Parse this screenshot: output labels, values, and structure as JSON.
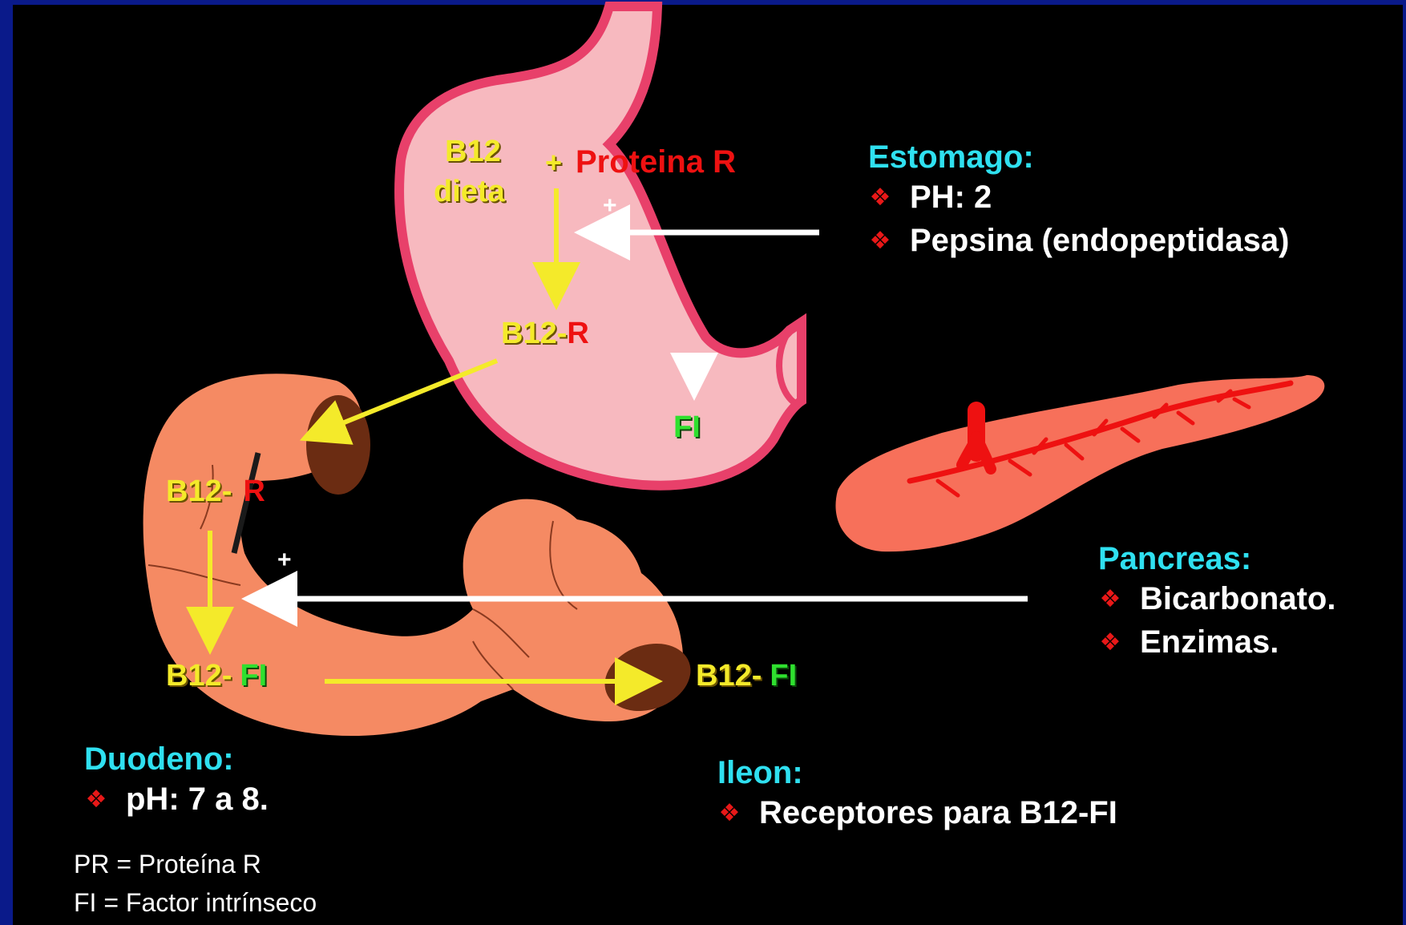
{
  "stomach": {
    "b12": "B12",
    "dieta": "dieta",
    "plus_proteina": "+",
    "proteina_r": "Proteina R",
    "plus": "+",
    "b12_r_left": "B12-",
    "b12_r_right": "R",
    "fi": "FI"
  },
  "duodenum": {
    "b12_r_left": "B12-",
    "b12_r_right": "R",
    "plus": "+",
    "b12_fi_left": "B12-",
    "b12_fi_right": "FI"
  },
  "ileum_label": {
    "left": "B12-",
    "right": "FI"
  },
  "estomago": {
    "title": "Estomago:",
    "items": [
      "PH: 2",
      "Pepsina  (endopeptidasa)"
    ]
  },
  "pancreas": {
    "title": "Pancreas:",
    "items": [
      "Bicarbonato.",
      "Enzimas."
    ]
  },
  "duodeno": {
    "title": "Duodeno:",
    "items": [
      "pH: 7 a 8."
    ]
  },
  "ileon": {
    "title": "Ileon:",
    "items": [
      "Receptores para B12-FI"
    ]
  },
  "legend": {
    "pr": "PR = Proteína R",
    "fi": "FI = Factor intrínseco"
  },
  "icons": {
    "bullet": "red-diamond-bullet-icon",
    "bullet_glyph": "❖"
  },
  "colors": {
    "stomach_fill": "#f7b9bf",
    "stomach_border": "#e8406a",
    "intestine_fill": "#f58a63",
    "pancreas_fill": "#f7705a",
    "vessel": "#ee1111",
    "heading": "#2fe0f0",
    "arrow_yellow": "#f4ea2a",
    "arrow_white": "#ffffff"
  }
}
